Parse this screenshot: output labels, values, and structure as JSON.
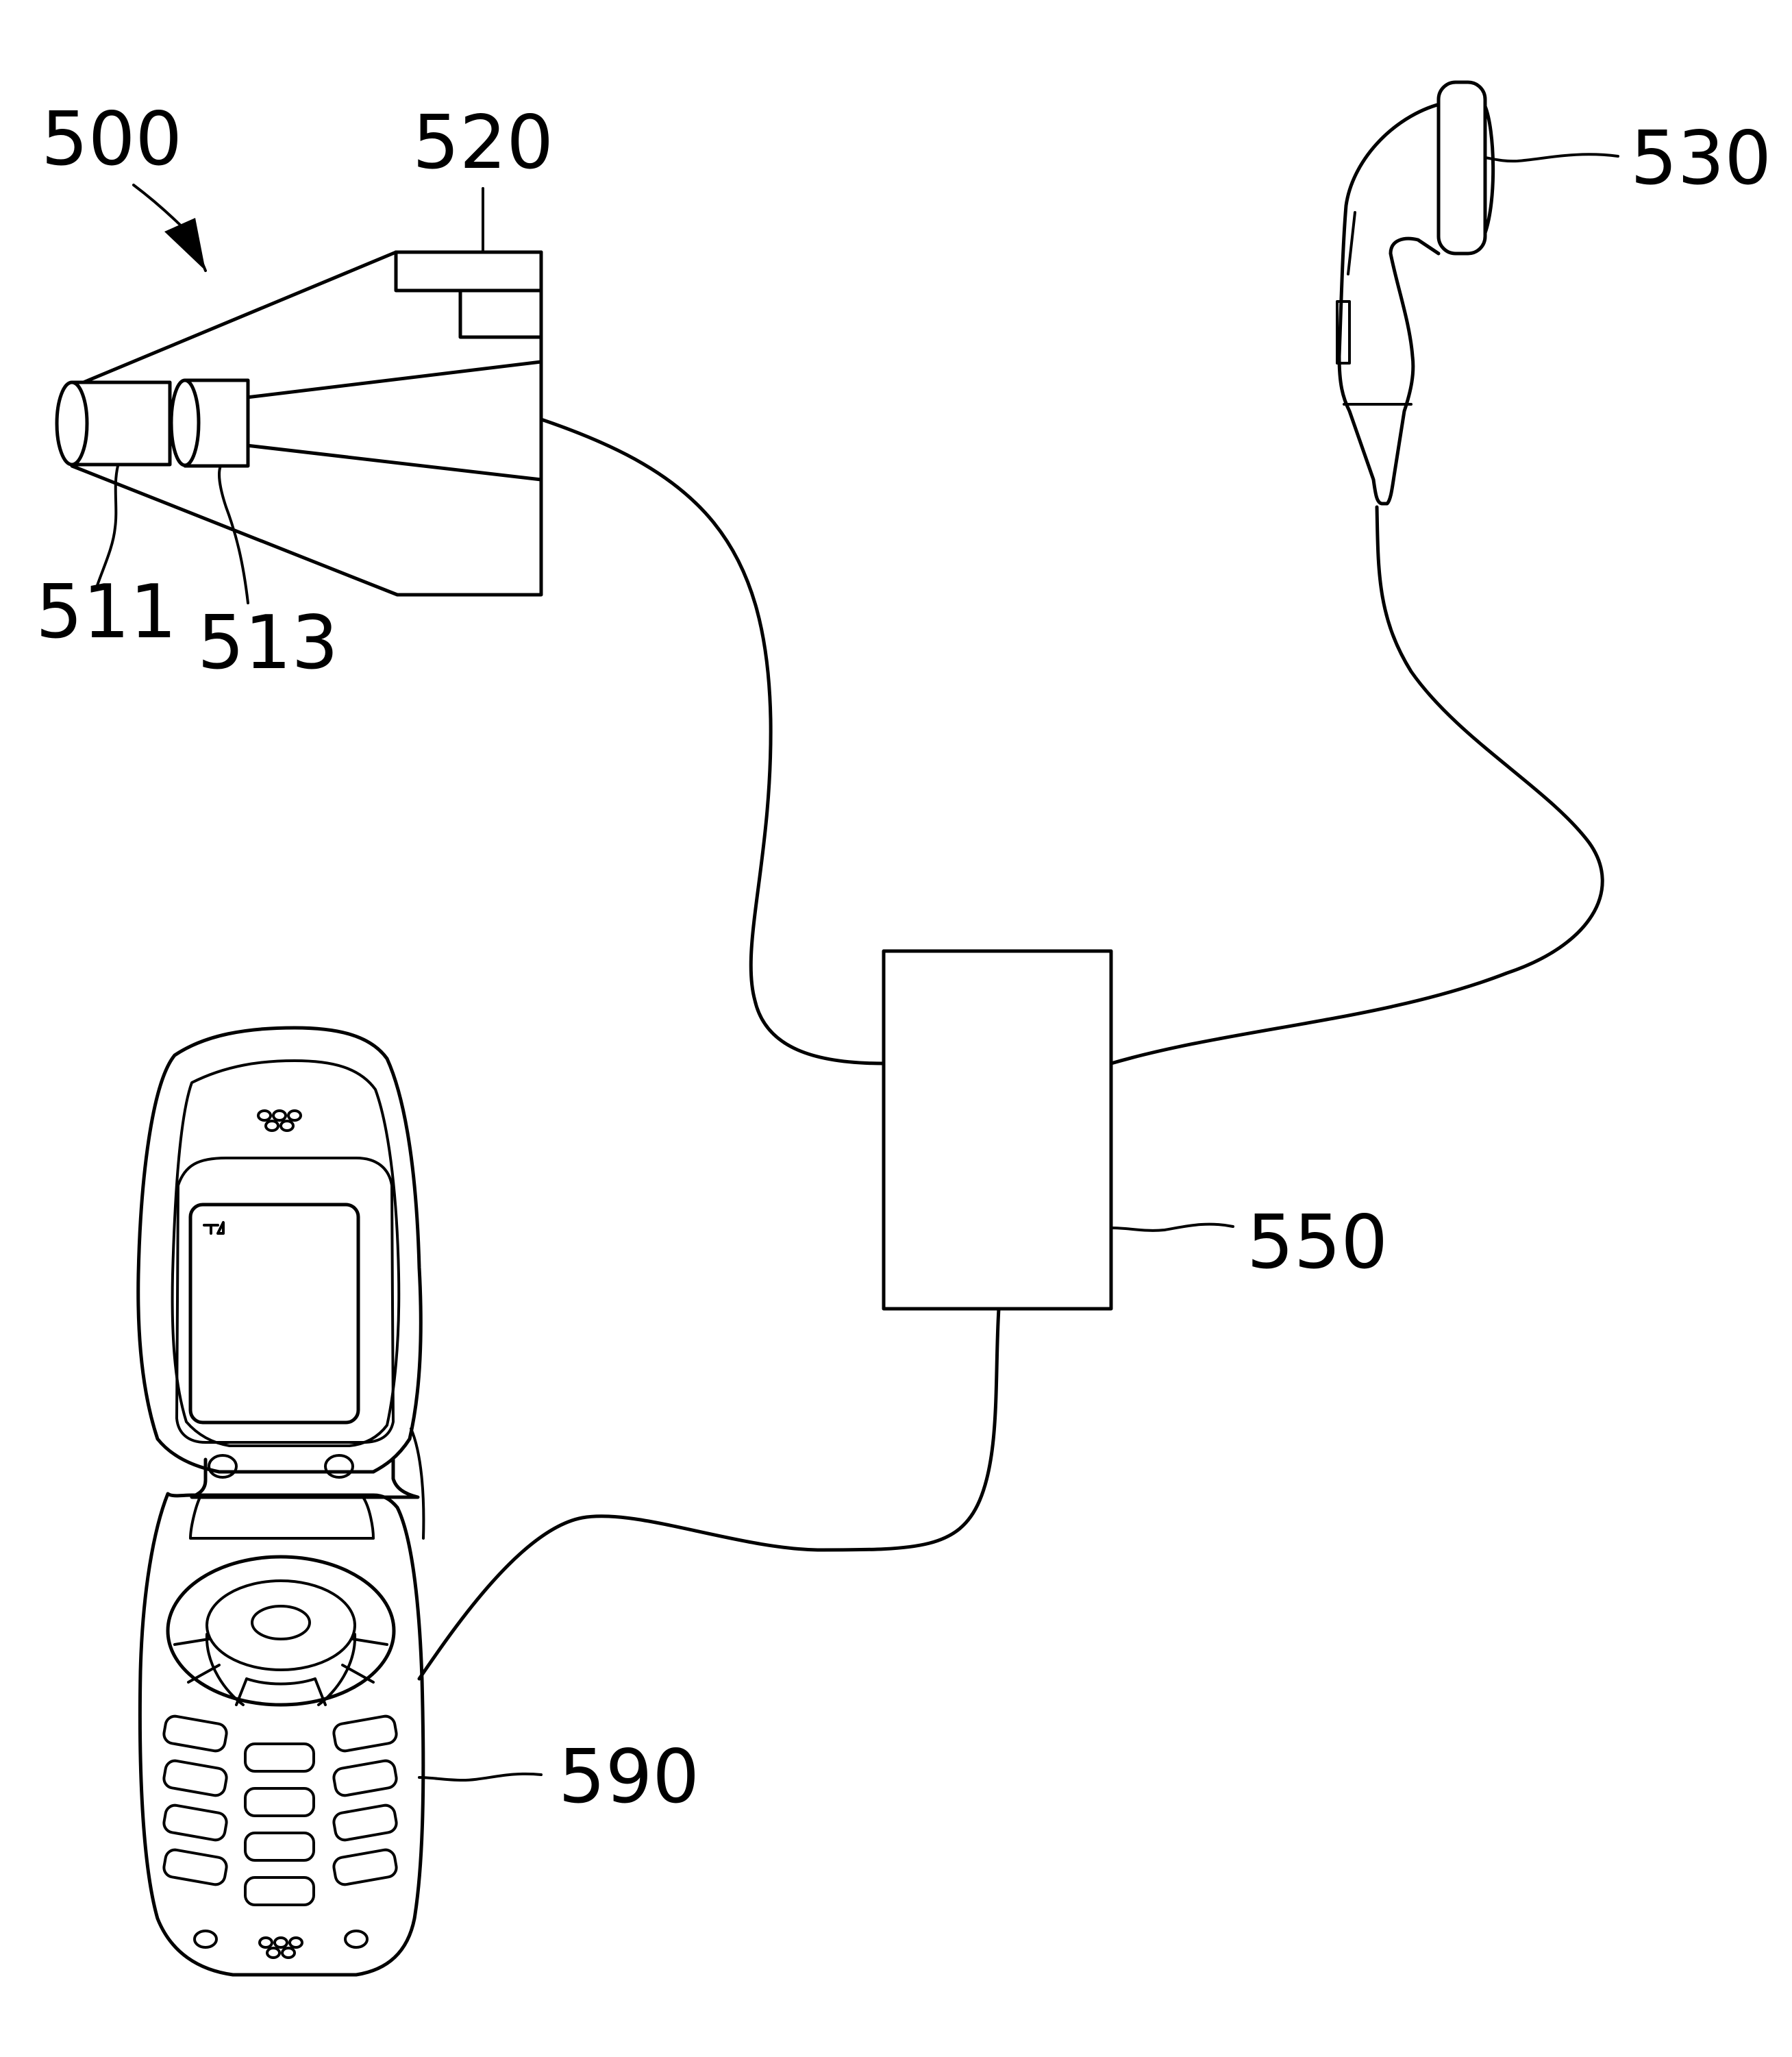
{
  "figure": {
    "line_color": "#000000",
    "background": "#ffffff",
    "labels": {
      "system": "500",
      "first_lens": "511",
      "second_lens": "513",
      "housing": "520",
      "earphone": "530",
      "control_box": "550",
      "phone": "590"
    }
  }
}
